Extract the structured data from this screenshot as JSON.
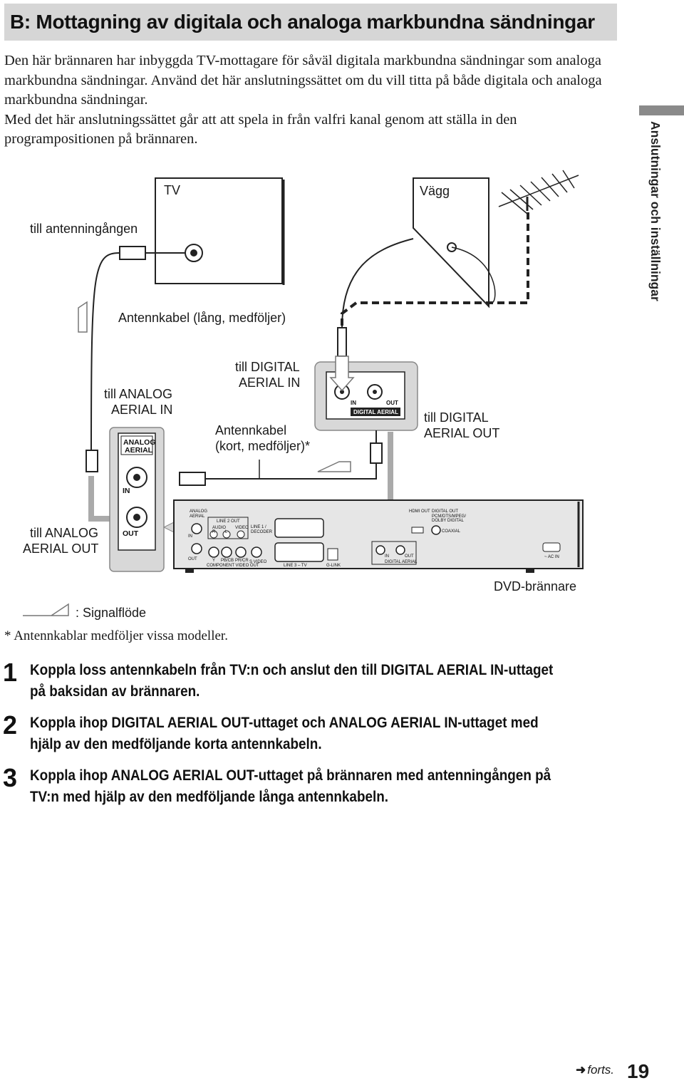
{
  "header": {
    "title": "B: Mottagning av digitala och analoga markbundna sändningar"
  },
  "intro": {
    "p1": "Den här brännaren har inbyggda TV-mottagare för såväl digitala markbundna sändningar som analoga markbundna sändningar. Använd det här anslutningssättet om du vill titta på både digitala och analoga markbundna sändningar.",
    "p2": "Med det här anslutningssättet går att att spela in från valfri kanal genom att ställa in den programpositionen på brännaren."
  },
  "side_label": "Anslutningar och inställningar",
  "diagram": {
    "tv": "TV",
    "wall": "Vägg",
    "to_antenna_input": "till antenningången",
    "long_cable": "Antennkabel (lång, medföljer)",
    "to_analog_in_1": "till ANALOG",
    "to_analog_in_2": "AERIAL IN",
    "to_digital_in_1": "till DIGITAL",
    "to_digital_in_2": "AERIAL IN",
    "short_cable_1": "Antennkabel",
    "short_cable_2": "(kort, medföljer)*",
    "to_digital_out_1": "till DIGITAL",
    "to_digital_out_2": "AERIAL OUT",
    "to_analog_out_1": "till ANALOG",
    "to_analog_out_2": "AERIAL OUT",
    "dvd_recorder": "DVD-brännare",
    "signal_flow": ": Signalflöde",
    "panel_analog": "ANALOG",
    "panel_aerial": "AERIAL",
    "panel_in": "IN",
    "panel_out": "OUT",
    "panel_digital_aerial": "DIGITAL AERIAL",
    "rec": {
      "analog_aerial_1": "ANALOG",
      "analog_aerial_2": "AERIAL",
      "line2_out": "LINE 2 OUT",
      "audio": "AUDIO",
      "video": "VIDEO",
      "r": "R",
      "l": "L",
      "line1_1": "LINE 1 /",
      "line1_2": "DECODER",
      "component": "COMPONENT VIDEO OUT",
      "y": "Y",
      "pbcb": "PB/CB",
      "prcr": "PR/CR",
      "svideo": "S VIDEO",
      "line3": "LINE 3 – TV",
      "glink": "G-LINK",
      "hdmi": "HDMI OUT",
      "digital_out": "DIGITAL OUT",
      "pcm": "PCM/DTS/MPEG/",
      "dolby": "DOLBY DIGITAL",
      "coaxial": "COAXIAL",
      "ac_in": "~ AC IN",
      "in": "IN",
      "out": "OUT",
      "digital_aerial": "DIGITAL AERIAL"
    }
  },
  "footnote": "* Antennkablar medföljer vissa modeller.",
  "steps": [
    {
      "num": "1",
      "text": "Koppla loss antennkabeln från TV:n och anslut den till DIGITAL AERIAL IN-uttaget på baksidan av brännaren."
    },
    {
      "num": "2",
      "text": "Koppla ihop DIGITAL AERIAL OUT-uttaget och ANALOG AERIAL IN-uttaget med hjälp av den medföljande korta antennkabeln."
    },
    {
      "num": "3",
      "text": "Koppla ihop ANALOG AERIAL OUT-uttaget på brännaren med antenningången på TV:n med hjälp av den medföljande långa antennkabeln."
    }
  ],
  "footer": {
    "arrow": "➜",
    "forts": "forts.",
    "page": "19"
  }
}
